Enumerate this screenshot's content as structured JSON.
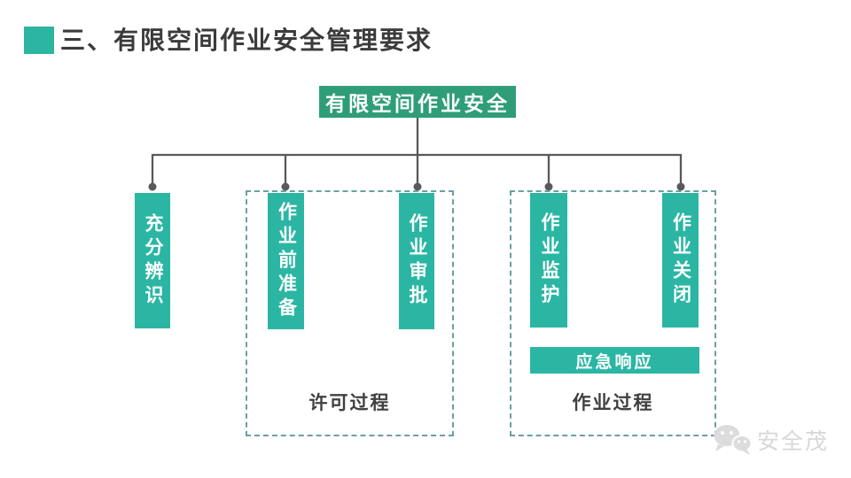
{
  "header": {
    "title": "三、有限空间作业安全管理要求",
    "bullet_color": "#2cb5a0"
  },
  "diagram": {
    "root": {
      "label": "有限空间作业安全"
    },
    "branches": [
      {
        "label": "充分辨识"
      },
      {
        "label": "作业前准备"
      },
      {
        "label": "作业审批"
      },
      {
        "label": "作业监护"
      },
      {
        "label": "作业关闭"
      }
    ],
    "groups": [
      {
        "label": "许可过程"
      },
      {
        "label": "作业过程"
      }
    ],
    "emergency": {
      "label": "应急响应"
    },
    "colors": {
      "accent_teal": "#2bb6a4",
      "root_green": "#2f9e78",
      "connector_gray": "#595959",
      "dashed_border": "#6aa0a0",
      "title_text": "#3b3b3b",
      "group_label_text": "#404040"
    }
  },
  "watermark": {
    "text": "安全茂",
    "icon": "wechat-bubbles-icon"
  }
}
